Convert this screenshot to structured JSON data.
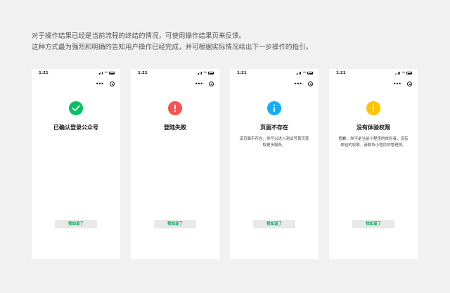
{
  "intro": {
    "line1": "对于操作结果已经是当前流程的终结的情况，可使用操作结果页来反馈。",
    "line2": "这种方式最为强烈和明确的告知用户操作已经完成，并可根据实际情况给出下一步操作的指引。"
  },
  "colors": {
    "success": "#07c160",
    "error": "#fa5151",
    "info": "#10aeff",
    "warning": "#ffc300",
    "button_text": "#07a85a"
  },
  "screens": [
    {
      "time": "1:21",
      "icon": "check-icon",
      "title": "已确认登录公众号",
      "desc": "",
      "button": "我知道了"
    },
    {
      "time": "1:21",
      "icon": "exclamation-icon",
      "title": "登陆失败",
      "desc": "",
      "button": "我知道了"
    },
    {
      "time": "1:21",
      "icon": "info-icon",
      "title": "页面不存在",
      "desc": "该页面不存在，你可以进入测试号首页获取更多服务。",
      "button": "我知道了"
    },
    {
      "time": "1:21",
      "icon": "warning-icon",
      "title": "没有体验权限",
      "desc": "抱歉，你不是当前小程序的体验者，没有体验的权限，请联系小程序的管理员。",
      "button": "我知道了"
    }
  ]
}
